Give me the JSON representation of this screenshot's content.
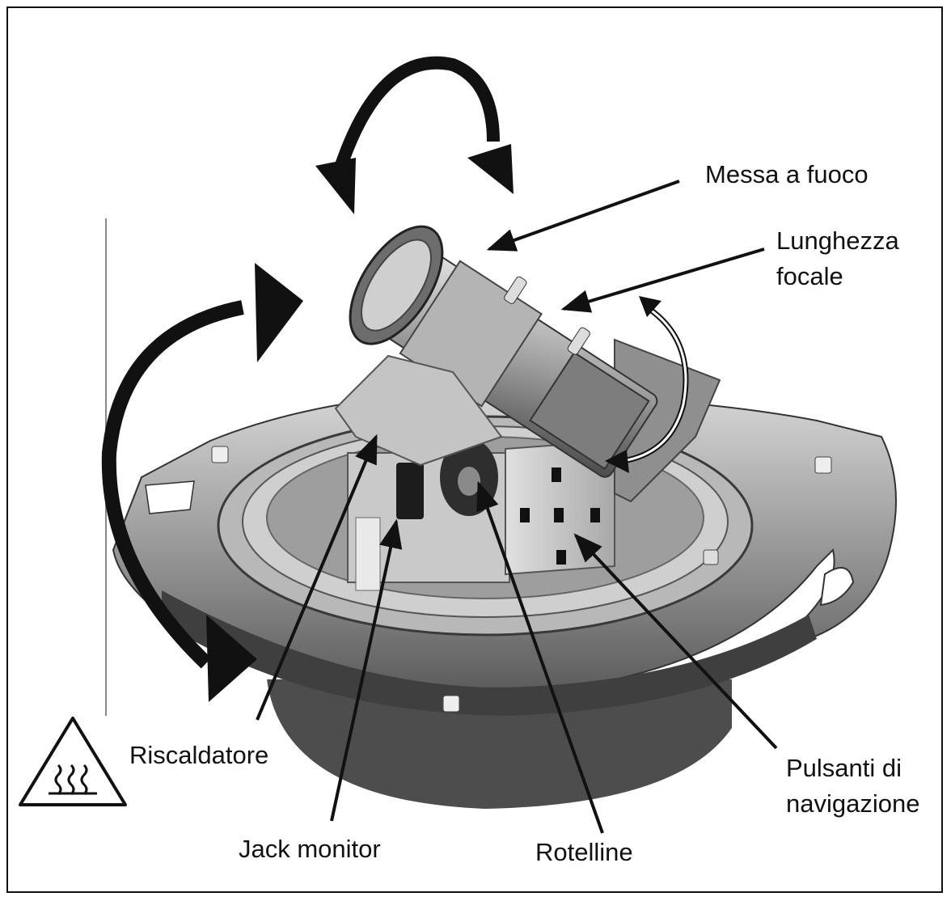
{
  "labels": {
    "focus": "Messa a fuoco",
    "focal_length_line1": "Lunghezza",
    "focal_length_line2": "focale",
    "heater": "Riscaldatore",
    "monitor_jack": "Jack monitor",
    "wheels": "Rotelline",
    "nav_buttons_line1": "Pulsanti di",
    "nav_buttons_line2": "navigazione"
  },
  "icons": {
    "hot_surface_warning": "hot-surface-warning-icon",
    "rotation_arrows": "rotation-arrow-icon"
  },
  "colors": {
    "line": "#111111",
    "background": "#ffffff"
  }
}
